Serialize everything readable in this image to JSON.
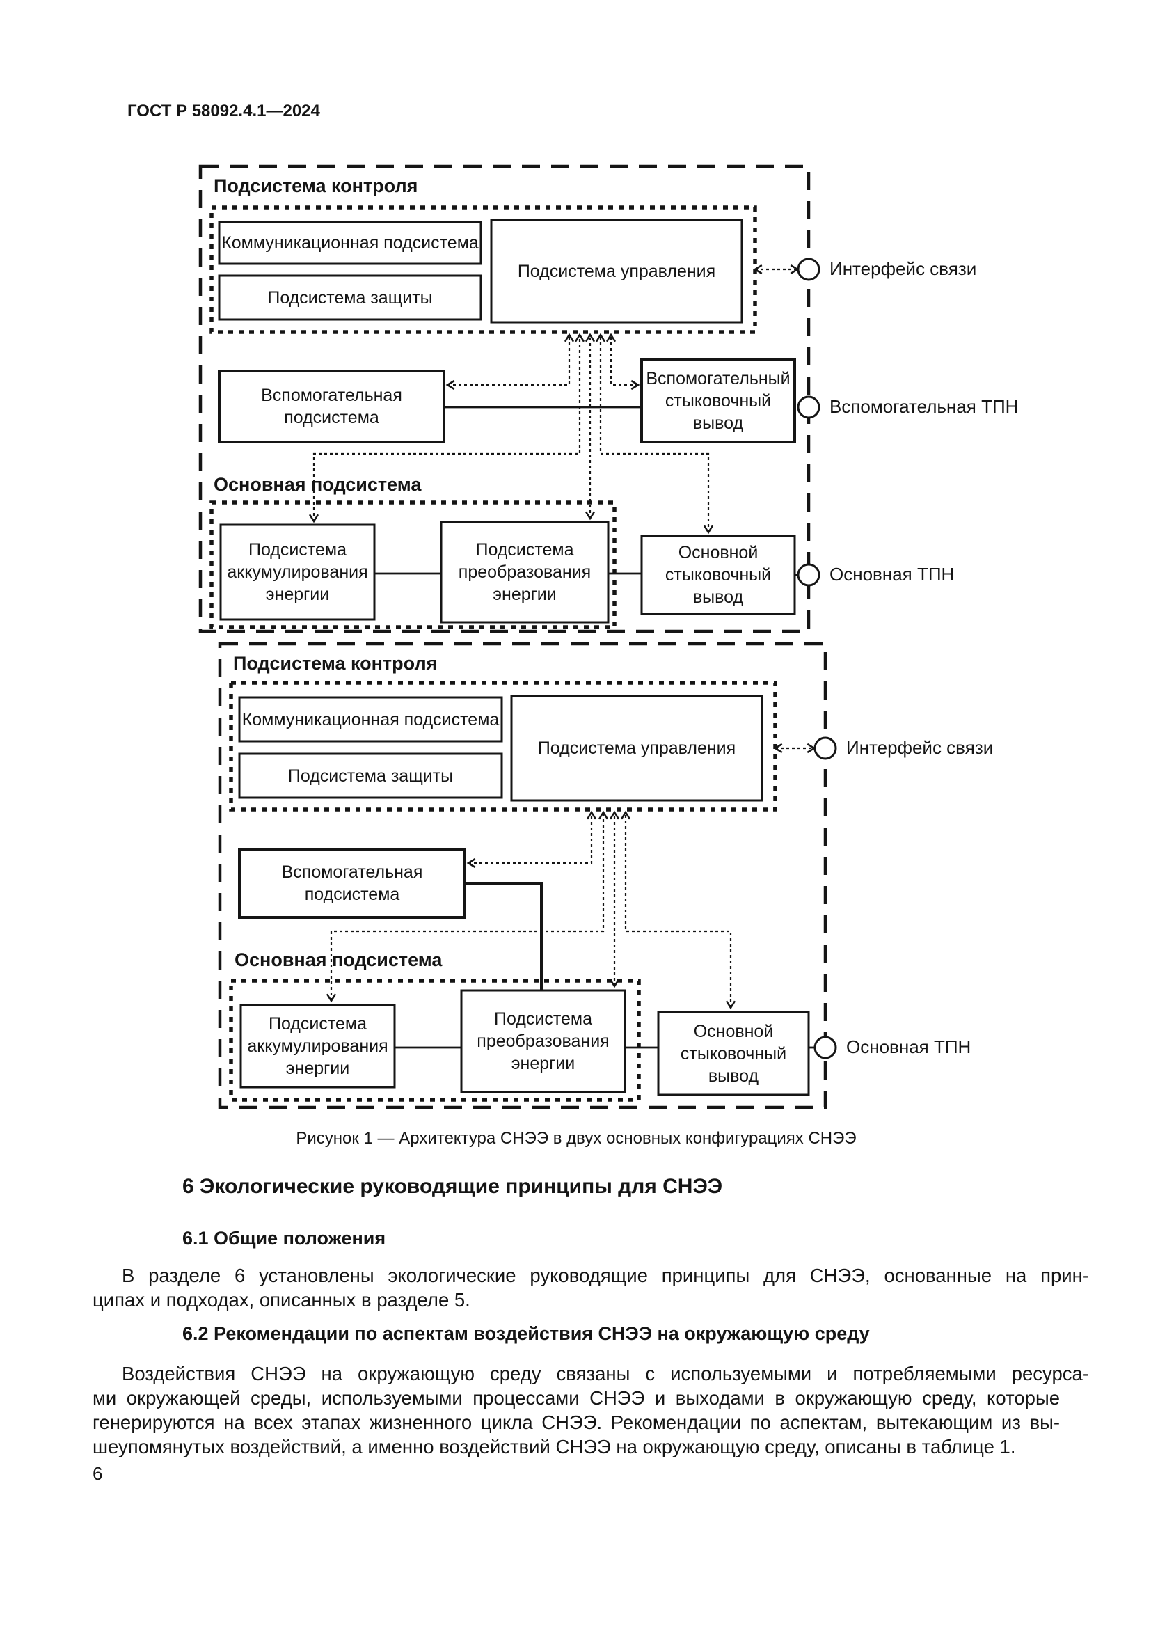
{
  "colors": {
    "ink": "#151515",
    "paper": "#ffffff"
  },
  "page": {
    "header": "ГОСТ Р 58092.4.1—2024",
    "page_number": "6"
  },
  "figure": {
    "caption": "Рисунок 1 — Архитектура СНЭЭ в двух основных конфигурациях СНЭЭ",
    "configurations": [
      {
        "control_area_label": "Подсистема контроля",
        "main_area_label": "Основная подсистема",
        "boxes": {
          "communication": "Коммуникационная подсистема",
          "protection": "Подсистема защиты",
          "control": "Подсистема управления",
          "auxiliary": "Вспомогательная подсистема",
          "auxiliary_port": "Вспомогательный стыковочный вывод",
          "storage": "Подсистема аккумулирования энергии",
          "conversion": "Подсистема преобразования энергии",
          "main_port": "Основной стыковочный вывод"
        },
        "terminals": {
          "interface": "Интерфейс связи",
          "aux_tpn": "Вспомогательная ТПН",
          "main_tpn": "Основная ТПН"
        }
      },
      {
        "control_area_label": "Подсистема контроля",
        "main_area_label": "Основная подсистема",
        "boxes": {
          "communication": "Коммуникационная подсистема",
          "protection": "Подсистема защиты",
          "control": "Подсистема управления",
          "auxiliary": "Вспомогательная подсистема",
          "storage": "Подсистема аккумулирования энергии",
          "conversion": "Подсистема преобразования энергии",
          "main_port": "Основной стыковочный вывод"
        },
        "terminals": {
          "interface": "Интерфейс связи",
          "main_tpn": "Основная ТПН"
        }
      }
    ]
  },
  "section": {
    "heading": "6  Экологические руководящие принципы для СНЭЭ",
    "general": {
      "heading": "6.1  Общие положения",
      "lines": [
        "В разделе 6 установлены экологические руководящие принципы для СНЭЭ, основанные на прин-",
        "ципах и подходах, описанных в разделе 5."
      ]
    },
    "recommendations": {
      "heading": "6.2  Рекомендации по аспектам воздействия СНЭЭ на окружающую среду",
      "lines": [
        "Воздействия СНЭЭ на окружающую среду связаны с используемыми и потребляемыми ресурса-",
        "ми окружающей среды, используемыми процессами СНЭЭ и выходами в окружающую среду, которые",
        "генерируются на всех этапах жизненного цикла СНЭЭ. Рекомендации по аспектам, вытекающим из вы-",
        "шеупомянутых воздействий, а именно воздействий СНЭЭ на окружающую среду, описаны в таблице 1."
      ]
    }
  }
}
